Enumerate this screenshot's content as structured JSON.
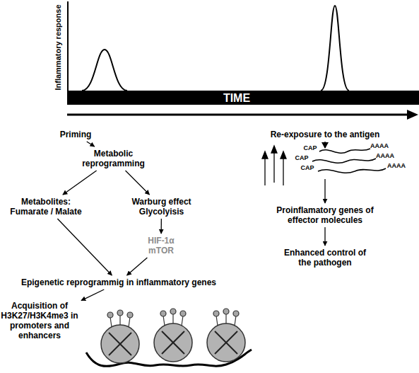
{
  "diagram": {
    "nodes": [
      {
        "text": [
          "Priming"
        ]
      },
      {
        "text": [
          "Metabolic reprogramming"
        ]
      },
      {
        "text": [
          "Metabolites: Fumarate / Malate"
        ]
      },
      {
        "text": [
          "Warburg effect Glycolyisis"
        ]
      },
      {
        "text": [
          "HIF-1α mTOR"
        ]
      },
      {
        "text": [
          "Epigenetic reprogrammig in inflammatory genes"
        ]
      },
      {
        "text": [
          "Acquisition of H3K27/H3K4me3 in promoters and enhancers"
        ]
      },
      {
        "text": [
          "Re-exposure to the antigen"
        ]
      },
      {
        "text": [
          "Proinflamatory genes of effector molecules"
        ]
      },
      {
        "text": [
          "Enhanced control of the pathogen"
        ]
      }
    ],
    "edges": [
      {
        "from": 0,
        "to": 1,
        "arrow": "to"
      },
      {
        "from": 1,
        "to": 2,
        "arrow": "to"
      },
      {
        "from": 1,
        "to": 3,
        "arrow": "to"
      },
      {
        "from": 3,
        "to": 4,
        "arrow": "to"
      },
      {
        "from": 2,
        "to": 5,
        "arrow": "to"
      },
      {
        "from": 4,
        "to": 5,
        "arrow": "to"
      },
      {
        "from": 5,
        "to": 6,
        "arrow": "to"
      },
      {
        "from": 7,
        "to": 8,
        "arrow": "to"
      },
      {
        "from": 8,
        "to": 9,
        "arrow": "to"
      }
    ],
    "labels": [
      "Inflammatory response",
      "TIME",
      "CAP",
      "CAP",
      "CAP",
      "AAAA",
      "AAAA",
      "AAAA"
    ]
  }
}
